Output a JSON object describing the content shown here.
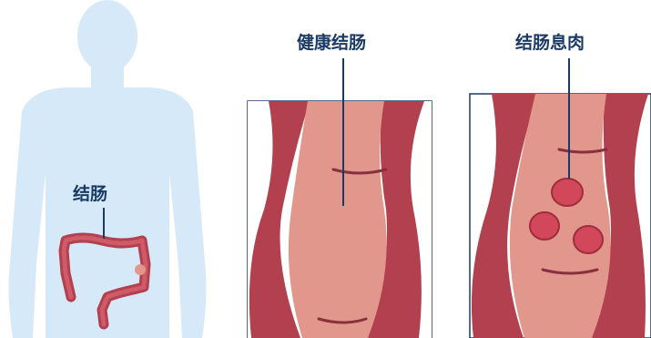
{
  "labels": {
    "body_colon": "结肠",
    "healthy_colon": "健康结肠",
    "colon_polyp": "结肠息肉"
  },
  "colors": {
    "silhouette": "#d6e9f8",
    "colon_wall": "#b3404f",
    "colon_inner": "#e2978c",
    "polyp": "#d2475a",
    "label_text": "#1a3a66",
    "frame": "#1e3a5f"
  }
}
